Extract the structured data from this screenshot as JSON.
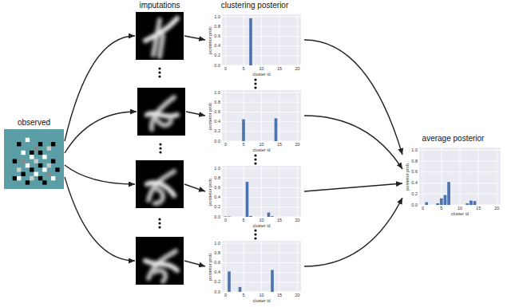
{
  "diagram": {
    "nodes": [
      {
        "text": [
          "observed"
        ]
      },
      {
        "text": [
          "imputations"
        ]
      },
      {
        "text": []
      },
      {
        "text": []
      },
      {
        "text": []
      },
      {
        "text": [
          "clustering posterior",
          "0.0",
          "0.2",
          "0.4",
          "0.6",
          "0.8",
          "1.0",
          "posterior prob.",
          "0",
          "5",
          "10",
          "15",
          "20",
          "cluster id"
        ]
      },
      {
        "text": [
          "0.0",
          "0.2",
          "0.4",
          "0.6",
          "0.8",
          "1.0",
          "posterior prob.",
          "0",
          "5",
          "10",
          "15",
          "20",
          "cluster id"
        ]
      },
      {
        "text": [
          "0.0",
          "0.2",
          "0.4",
          "0.6",
          "0.8",
          "1.0",
          "posterior prob.",
          "0",
          "5",
          "10",
          "15",
          "20",
          "cluster id"
        ]
      },
      {
        "text": [
          "0.0",
          "0.2",
          "0.4",
          "0.6",
          "0.8",
          "1.0",
          "posterior prob.",
          "0",
          "5",
          "10",
          "15",
          "20",
          "cluster id"
        ]
      },
      {
        "text": [
          "average posterior",
          "0.0",
          "0.2",
          "0.4",
          "0.6",
          "0.8",
          "1.0",
          "posterior prob.",
          "0",
          "5",
          "10",
          "15",
          "20",
          "cluster id"
        ]
      }
    ],
    "edges": [
      {
        "from": 0,
        "to": 1,
        "arrow": "to"
      },
      {
        "from": 0,
        "to": 2,
        "arrow": "to"
      },
      {
        "from": 0,
        "to": 3,
        "arrow": "to"
      },
      {
        "from": 0,
        "to": 4,
        "arrow": "to"
      },
      {
        "from": 1,
        "to": 5,
        "arrow": "to"
      },
      {
        "from": 2,
        "to": 6,
        "arrow": "to"
      },
      {
        "from": 3,
        "to": 7,
        "arrow": "to"
      },
      {
        "from": 4,
        "to": 8,
        "arrow": "to"
      },
      {
        "from": 5,
        "to": 9,
        "arrow": "to"
      },
      {
        "from": 6,
        "to": 9,
        "arrow": "to"
      },
      {
        "from": 7,
        "to": 9,
        "arrow": "to"
      },
      {
        "from": 8,
        "to": 9,
        "arrow": "to"
      }
    ]
  }
}
